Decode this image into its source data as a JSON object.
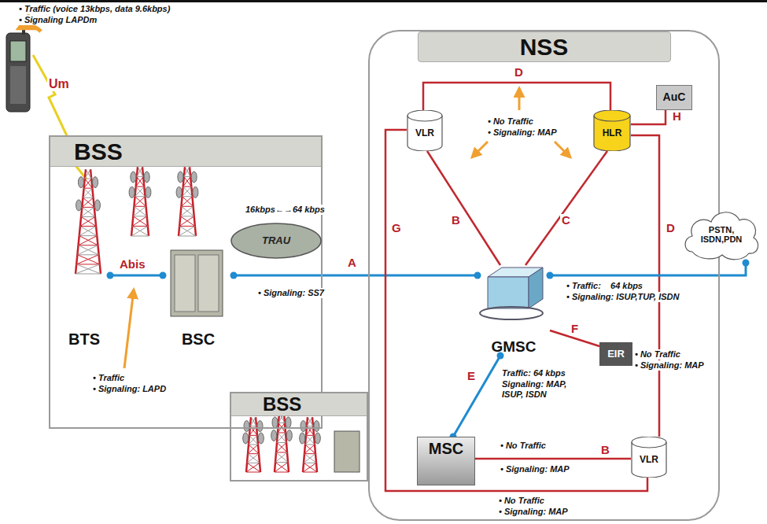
{
  "diagram": {
    "nodes": [
      {
        "text": [
          "BSS"
        ]
      },
      {
        "text": [
          "BTS"
        ],
        "in": 0
      },
      {
        "text": [
          "BSC"
        ],
        "in": 0
      },
      {
        "text": [
          "TRAU"
        ]
      },
      {
        "text": [
          "NSS"
        ]
      },
      {
        "text": [
          "VLR"
        ],
        "in": 4
      },
      {
        "text": [
          "AuC"
        ],
        "in": 4
      },
      {
        "text": [
          "HLR"
        ],
        "in": 4
      },
      {
        "text": [
          "GMSC"
        ],
        "in": 4
      },
      {
        "text": [
          "EIR"
        ],
        "in": 4
      },
      {
        "text": [
          "MSC"
        ],
        "in": 4
      },
      {
        "text": [
          "VLR"
        ],
        "in": 4
      },
      {
        "text": [
          "PSTN, ISDN,PDN"
        ]
      },
      {
        "text": [
          "BSS"
        ]
      }
    ],
    "edges": [
      {
        "from": 1,
        "to": 2,
        "arrow": "none",
        "label": "Abis"
      },
      {
        "from": 2,
        "to": 8,
        "arrow": "none",
        "label": "A"
      },
      {
        "from": 5,
        "to": 7,
        "arrow": "none",
        "label": "D"
      },
      {
        "from": 5,
        "to": 8,
        "arrow": "none",
        "label": "B"
      },
      {
        "from": 7,
        "to": 8,
        "arrow": "none",
        "label": "C"
      },
      {
        "from": 6,
        "to": 7,
        "arrow": "none",
        "label": "H"
      },
      {
        "from": 7,
        "to": 11,
        "arrow": "none",
        "label": "D"
      },
      {
        "from": 5,
        "to": 11,
        "arrow": "none",
        "label": "G"
      },
      {
        "from": 8,
        "to": 10,
        "arrow": "none",
        "label": "E"
      },
      {
        "from": 9,
        "to": 8,
        "arrow": "none",
        "label": "F"
      },
      {
        "from": 10,
        "to": 11,
        "arrow": "none",
        "label": "B"
      },
      {
        "from": 8,
        "to": 12,
        "arrow": "none"
      }
    ],
    "labels": [
      "• Traffic (voice 13kbps, data 9.6kbps)",
      "• Signaling LAPDm",
      "Um",
      "16kbps←→64 kbps",
      "• Signaling: SS7",
      "• Traffic",
      "• Signaling: LAPD",
      "• No Traffic",
      "• Signaling: MAP",
      "• Traffic:    64 kbps",
      "• Signaling: ISUP,TUP, ISDN",
      "Traffic: 64 kbps",
      "Signaling: MAP, ISUP, ISDN",
      "• No Traffic",
      "• Signaling: MAP",
      "• No Traffic",
      "• Signaling: MAP",
      "• No Traffic",
      "• Signaling: MAP"
    ]
  }
}
